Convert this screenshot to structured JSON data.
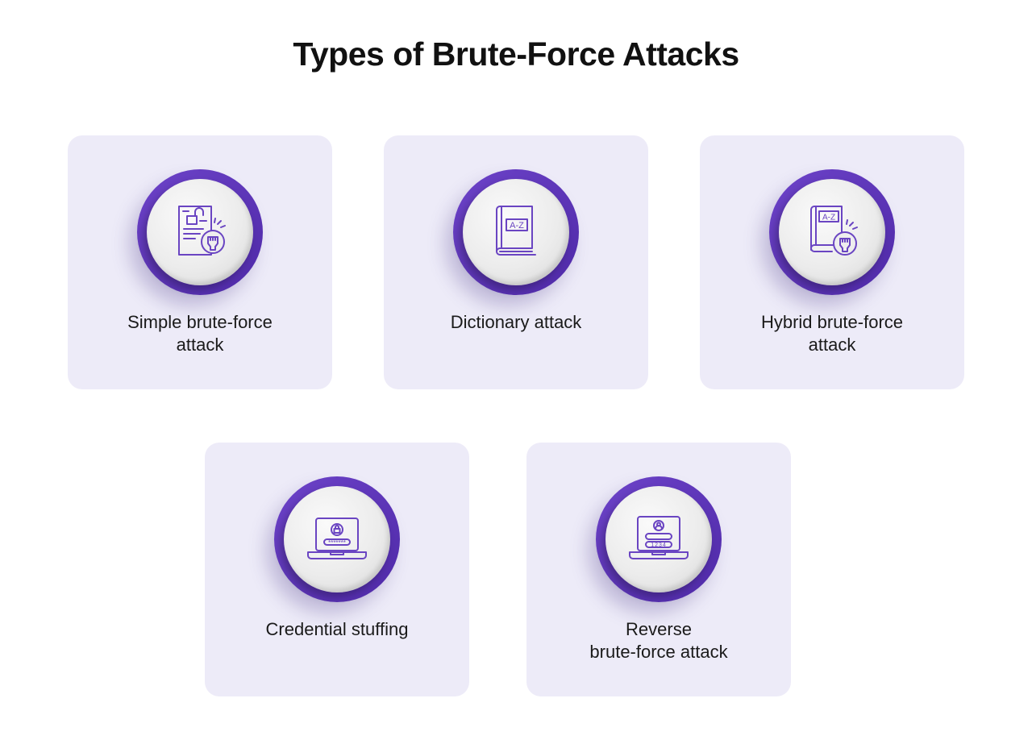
{
  "title": "Types of Brute-Force Attacks",
  "accent_color": "#5b35b5",
  "card_color": "#edebf8",
  "cards": [
    {
      "label_lines": [
        "Simple brute-force",
        "attack"
      ],
      "icon": "document-lock-fist-icon"
    },
    {
      "label_lines": [
        "Dictionary attack"
      ],
      "icon": "dictionary-book-icon",
      "icon_text": "A-Z"
    },
    {
      "label_lines": [
        "Hybrid brute-force",
        "attack"
      ],
      "icon": "book-fist-icon",
      "icon_text": "A-Z"
    },
    {
      "label_lines": [
        "Credential stuffing"
      ],
      "icon": "laptop-lock-password-icon",
      "icon_text": "*******"
    },
    {
      "label_lines": [
        "Reverse",
        "brute-force attack"
      ],
      "icon": "laptop-user-pin-icon",
      "icon_text": "1234"
    }
  ]
}
